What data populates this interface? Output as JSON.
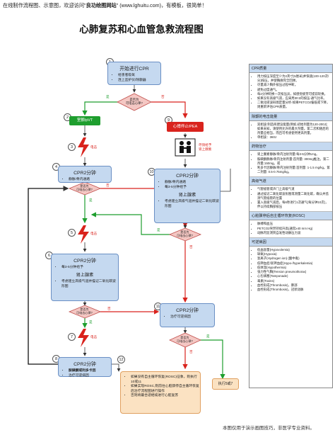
{
  "banner": {
    "prefix": "在线制作流程图、示意图，欢迎访问\"",
    "site": "良功绘图网站",
    "suffix": "\" (www.lghuitu.com)，有模板，很简单！"
  },
  "title": "心肺复苏和心血管急救流程图",
  "footer": "本图仅用于演示画图技巧，非医学专业资料。",
  "colors": {
    "box": "#c5d9f0",
    "diamond": "#f4c7c3",
    "green": "#1e9e2e",
    "red": "#d9231d",
    "orange_box": "#fbe2c2"
  },
  "nodes": {
    "n1": {
      "num": "1",
      "title": "开始进行CPR",
      "items": [
        "给患者吸氧",
        "连上监护仪/除颤器"
      ]
    },
    "d1": {
      "text": "是否为\n可电击心律?",
      "yes": "是",
      "no": "否"
    },
    "n2": {
      "num": "2",
      "title": "室颤/pVT"
    },
    "n9": {
      "num": "9",
      "title": "心搏停止/PEA"
    },
    "n3": {
      "num": "3",
      "shock": "电击"
    },
    "n4": {
      "num": "4",
      "title": "CPR2分钟",
      "items": [
        "静脉/骨内通路"
      ]
    },
    "d2": {
      "text": "是否为\n可电击心律?",
      "yes": "是",
      "no": "否"
    },
    "n5": {
      "num": "5",
      "shock": "电击"
    },
    "n6": {
      "num": "6",
      "title": "CPR2分钟",
      "items": [
        "每3-5分钟给予"
      ],
      "sub": "肾上腺素",
      "items2": [
        "考虑建立高级气道并描记二氧化碳波形图"
      ]
    },
    "d3": {
      "text": "是否为\n可电击心律?",
      "yes": "是",
      "no": "否"
    },
    "n7": {
      "num": "7",
      "shock": "电击"
    },
    "n8": {
      "num": "8",
      "title": "CPR2分钟",
      "items": [
        "胺碘酮或利多卡因",
        "治疗可逆病因"
      ]
    },
    "n10": {
      "num": "10",
      "title": "CPR2分钟",
      "items": [
        "静脉/骨内通路",
        "每3-5分钟给予"
      ],
      "sub": "肾上腺素",
      "items2": [
        "考虑建立高级气道并描记二氧化碳波形图"
      ]
    },
    "n9tag": "尽快给予\n肾上腺素",
    "d4": {
      "text": "是否为\n可电击心律?",
      "yes": "是",
      "no": "否"
    },
    "n11": {
      "num": "11",
      "title": "CPR2分钟",
      "items": [
        "治疗可逆病因"
      ]
    },
    "d5": {
      "text": "是否为\n可电击心律?",
      "yes": "是",
      "no": "否"
    },
    "n12": {
      "num": "12",
      "items": [
        "如果没有自主循环恢复(ROSC)征象，则执行10或11",
        "如果实现ROSC,则前往心脏骤停自主循环恢复后治疗流程图进行操作",
        "否则将最合适继续进行心脏复苏"
      ]
    },
    "goto": "执行5或7"
  },
  "panel": {
    "sections": [
      {
        "header": "CPR质量",
        "items": [
          "用力按压深度至少为2英寸(5厘米)并快速(100-120次/分)按压，并使胸廓完全回弹。",
          "尽量减少胸外按压过程中断。",
          "避免过度通气。",
          "每2分钟轮换一次按压员，如感觉疲劳可提前轮换。",
          "如果没有高级气道，应采用30:2的按压-通气比率。",
          "二氧化碳波形图定量分析-如果PETCO2偏低或下降，则重新评估CPR质量。"
        ]
      },
      {
        "header": "除颤的电击能量",
        "items": [
          "双相波:制造商建议能量(例如,初始剂量为120-200J);如果未知，请使用允许的最大剂量。第二次和随后的剂量应相当，而且可考虑使用更高剂量。",
          "单相波：360J"
        ]
      },
      {
        "header": "药物治疗",
        "items": [
          "肾上腺素静脉/骨内注射剂量:每3-5分钟1mg。",
          "胺碘酮静脉/骨内注射剂量:首剂量: 300mg推注。第二剂量:150mg。或",
          "利多卡因静脉/骨内注射剂量:首剂量: 1-1.5 mg/kg。第二剂量: 0.5-0.75mg/kg。"
        ]
      },
      {
        "header": "高级气道",
        "items": [
          "气管插管或声门上高级气道",
          "通过描记二氧化碳波形图或测量二氧化碳，确认并监测气管插管的位置",
          "置入高级气道后，每6秒进行1次通气(每分钟10次)，伴以持续胸部按压"
        ]
      },
      {
        "header": "心脏骤停后自主循环恢复(ROSC)",
        "items": [
          "脉搏和血压",
          "PETCO2突然持续升高(通常≥40 mm Hg)",
          "动脉内监测到自发性动脉压力波"
        ]
      },
      {
        "header": "可逆病因",
        "items": [
          "低血容量(Hypovolemia)",
          "缺氧(Hypoxia)",
          "氢离子(Hydrogen ion) (酸中毒)",
          "低钾血症/高钾血症(Hypo-/hyperkalemia)",
          "低体温(Hypothermia)",
          "张力性气胸(Tension pneumothorax)",
          "心包填塞(Tamponade)",
          "毒素(Toxins)",
          "血栓形成(Thrombosis)，肺部",
          "血栓形成(Thrombosis)，冠状动脉"
        ]
      }
    ]
  }
}
